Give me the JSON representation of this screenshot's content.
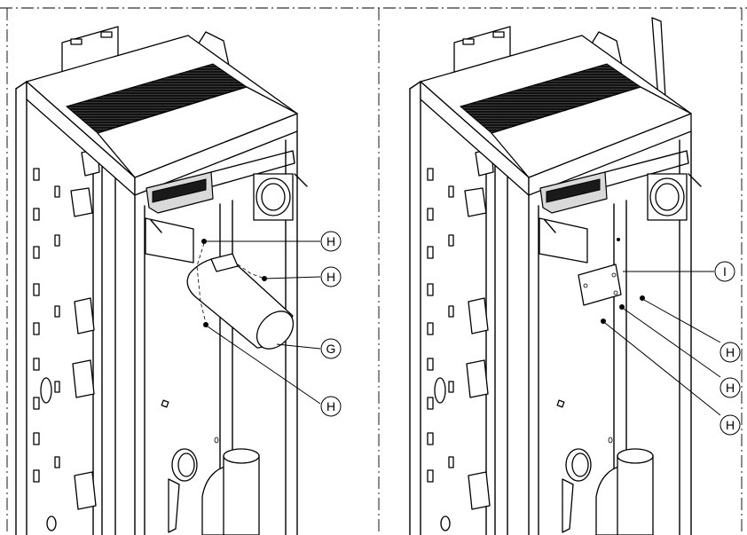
{
  "left_panel": {
    "callouts": [
      {
        "label": "H"
      },
      {
        "label": "H"
      },
      {
        "label": "G"
      },
      {
        "label": "H"
      }
    ]
  },
  "right_panel": {
    "callouts": [
      {
        "label": "I"
      },
      {
        "label": "H"
      },
      {
        "label": "H"
      },
      {
        "label": "H"
      }
    ]
  }
}
